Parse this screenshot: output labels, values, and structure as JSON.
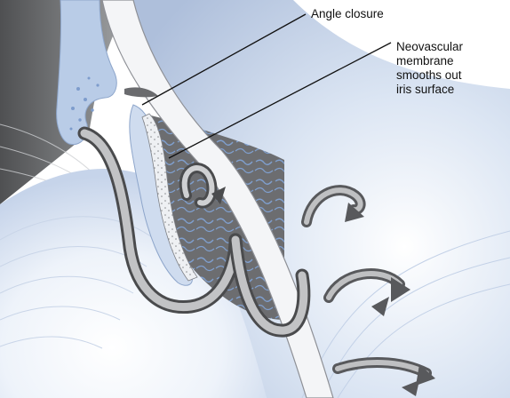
{
  "labels": {
    "angle_closure": "Angle closure",
    "neovascular_line1": "Neovascular",
    "neovascular_line2": "membrane",
    "neovascular_line3": "smooths out",
    "neovascular_line4": "iris surface"
  },
  "colors": {
    "background": "#ffffff",
    "eye_wall": "#c9d6ea",
    "eye_wall_light": "#e6eef8",
    "sclera_band": "#f3f4f6",
    "cornea_edge": "#9fb2cf",
    "dark_tissue": "#6f7072",
    "iris_blue": "#86a6d4",
    "ribbon_light": "#b9babc",
    "ribbon_dark": "#4a4b4d",
    "leader_line": "#111111"
  },
  "icons": [
    "flow-arrow-icon",
    "flow-arrow-icon",
    "flow-arrow-icon",
    "flow-arrow-icon"
  ]
}
